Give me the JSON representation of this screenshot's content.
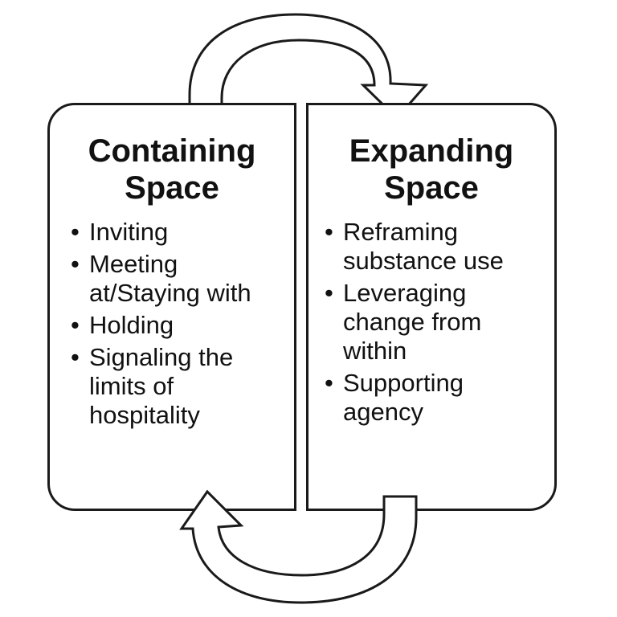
{
  "left_panel": {
    "title_line1": "Containing",
    "title_line2": "Space",
    "items": [
      {
        "line1": "Inviting",
        "line2": "",
        "line3": ""
      },
      {
        "line1": "Meeting",
        "line2": "at/Staying with",
        "line3": ""
      },
      {
        "line1": "Holding",
        "line2": "",
        "line3": ""
      },
      {
        "line1": "Signaling the",
        "line2": "limits of",
        "line3": "hospitality"
      }
    ]
  },
  "right_panel": {
    "title_line1": "Expanding",
    "title_line2": "Space",
    "items": [
      {
        "line1": "Reframing",
        "line2": "substance use",
        "line3": ""
      },
      {
        "line1": "Leveraging",
        "line2": "change from",
        "line3": "within"
      },
      {
        "line1": "Supporting",
        "line2": "agency",
        "line3": ""
      }
    ]
  },
  "bullet_glyph": "•",
  "colors": {
    "stroke": "#1a1a1a",
    "fill": "#ffffff",
    "text": "#111111"
  }
}
